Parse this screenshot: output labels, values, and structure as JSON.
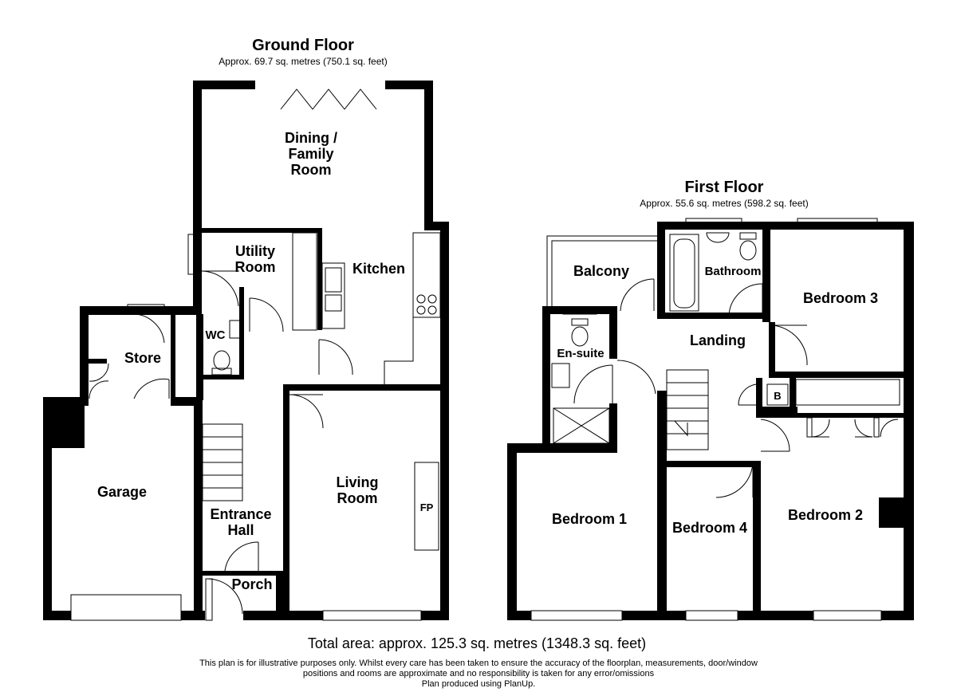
{
  "ground_floor": {
    "title": "Ground Floor",
    "area": "Approx. 69.7 sq. metres (750.1 sq. feet)",
    "rooms": {
      "dining": "Dining / Family Room",
      "utility": "Utility Room",
      "kitchen": "Kitchen",
      "wc": "WC",
      "store": "Store",
      "garage": "Garage",
      "entrance": "Entrance Hall",
      "living": "Living Room",
      "fp": "FP",
      "porch": "Porch"
    }
  },
  "first_floor": {
    "title": "First Floor",
    "area": "Approx. 55.6 sq. metres (598.2 sq. feet)",
    "rooms": {
      "balcony": "Balcony",
      "bathroom": "Bathroom",
      "bedroom3": "Bedroom 3",
      "ensuite": "En-suite",
      "landing": "Landing",
      "boiler": "B",
      "bedroom1": "Bedroom 1",
      "bedroom4": "Bedroom 4",
      "bedroom2": "Bedroom 2"
    }
  },
  "total_area": "Total area: approx. 125.3 sq. metres (1348.3 sq. feet)",
  "disclaimer": {
    "line1": "This plan is for illustrative purposes only. Whilst every care has been taken to ensure the accuracy of the floorplan, measurements, door/window",
    "line2": "positions and rooms are approximate and no responsibility is taken for any error/omissions",
    "line3": "Plan produced using PlanUp."
  }
}
